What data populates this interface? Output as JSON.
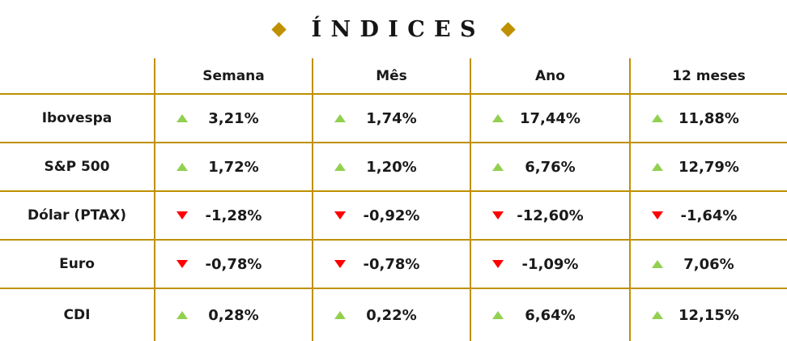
{
  "title": {
    "text": "ÍNDICES"
  },
  "colors": {
    "border_gold": "#BF9000",
    "diamond_gold": "#BF9000",
    "up_green": "#92D050",
    "down_red": "#FF0000",
    "text": "#1a1a1a"
  },
  "icons": {
    "up_triangle": "▲",
    "down_triangle": "▼",
    "diamond": "◆"
  },
  "table": {
    "columns": [
      "Semana",
      "Mês",
      "Ano",
      "12 meses"
    ],
    "rows": [
      {
        "label": "Ibovespa",
        "cells": [
          {
            "dir": "up",
            "value": "3,21%"
          },
          {
            "dir": "up",
            "value": "1,74%"
          },
          {
            "dir": "up",
            "value": "17,44%"
          },
          {
            "dir": "up",
            "value": "11,88%"
          }
        ]
      },
      {
        "label": "S&P 500",
        "cells": [
          {
            "dir": "up",
            "value": "1,72%"
          },
          {
            "dir": "up",
            "value": "1,20%"
          },
          {
            "dir": "up",
            "value": "6,76%"
          },
          {
            "dir": "up",
            "value": "12,79%"
          }
        ]
      },
      {
        "label": "Dólar (PTAX)",
        "cells": [
          {
            "dir": "down",
            "value": "-1,28%"
          },
          {
            "dir": "down",
            "value": "-0,92%"
          },
          {
            "dir": "down",
            "value": "-12,60%"
          },
          {
            "dir": "down",
            "value": "-1,64%"
          }
        ]
      },
      {
        "label": "Euro",
        "cells": [
          {
            "dir": "down",
            "value": "-0,78%"
          },
          {
            "dir": "down",
            "value": "-0,78%"
          },
          {
            "dir": "down",
            "value": "-1,09%"
          },
          {
            "dir": "up",
            "value": "7,06%"
          }
        ]
      },
      {
        "label": "CDI",
        "cells": [
          {
            "dir": "up",
            "value": "0,28%"
          },
          {
            "dir": "up",
            "value": "0,22%"
          },
          {
            "dir": "up",
            "value": "6,64%"
          },
          {
            "dir": "up",
            "value": "12,15%"
          }
        ]
      }
    ]
  },
  "chart_data": {
    "type": "table",
    "title": "ÍNDICES",
    "categories": [
      "Semana",
      "Mês",
      "Ano",
      "12 meses"
    ],
    "series": [
      {
        "name": "Ibovespa",
        "values": [
          3.21,
          1.74,
          17.44,
          11.88
        ]
      },
      {
        "name": "S&P 500",
        "values": [
          1.72,
          1.2,
          6.76,
          12.79
        ]
      },
      {
        "name": "Dólar (PTAX)",
        "values": [
          -1.28,
          -0.92,
          -12.6,
          -1.64
        ]
      },
      {
        "name": "Euro",
        "values": [
          -0.78,
          -0.78,
          -1.09,
          7.06
        ]
      },
      {
        "name": "CDI",
        "values": [
          0.28,
          0.22,
          6.64,
          12.15
        ]
      }
    ],
    "unit": "%",
    "notes": "green up-triangle = positive, red down-triangle = negative"
  }
}
